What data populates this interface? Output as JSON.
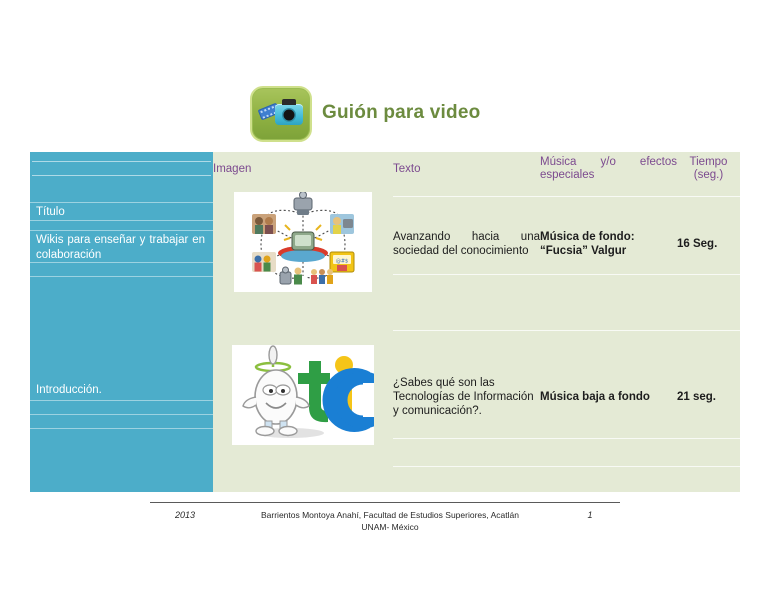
{
  "document": {
    "title": "Guión para video",
    "logo_icon": "video-camera-filmstrip-icon"
  },
  "table": {
    "headers": [
      {
        "label": "",
        "align": "blank"
      },
      {
        "label": "Imagen",
        "align": "left"
      },
      {
        "label": "Texto",
        "align": "left"
      },
      {
        "label": "Música y/o efectos especiales",
        "align": "justify"
      },
      {
        "label": "Tiempo (seg.)",
        "align": "center"
      }
    ],
    "rows": [
      {
        "section_lines": [
          "Título",
          "Wikis para enseñar y trabajar en colaboración"
        ],
        "image_alt": "network-of-robots-and-people-diagram",
        "texto": "Avanzando hacia una sociedad del conocimiento",
        "musica": "Música de fondo: “Fucsia” Valgur",
        "tiempo": "16 Seg."
      },
      {
        "section_lines": [
          "Introducción."
        ],
        "image_alt": "tic-mascot-logo",
        "texto": "¿Sabes qué son las Tecnologías de Información y comunicación?.",
        "musica": "Música baja a fondo",
        "tiempo": "21 seg."
      }
    ]
  },
  "footer": {
    "year": "2013",
    "credit_line1": "Barrientos Montoya Anahí, Facultad de Estudios Superiores, Acatlán",
    "credit_line2": "UNAM- México",
    "page_number": "1"
  },
  "colors": {
    "teal": "#4CADC9",
    "light_green": "#E4EAD5",
    "header_purple": "#7C4A8F",
    "title_green": "#6C8B3F"
  }
}
